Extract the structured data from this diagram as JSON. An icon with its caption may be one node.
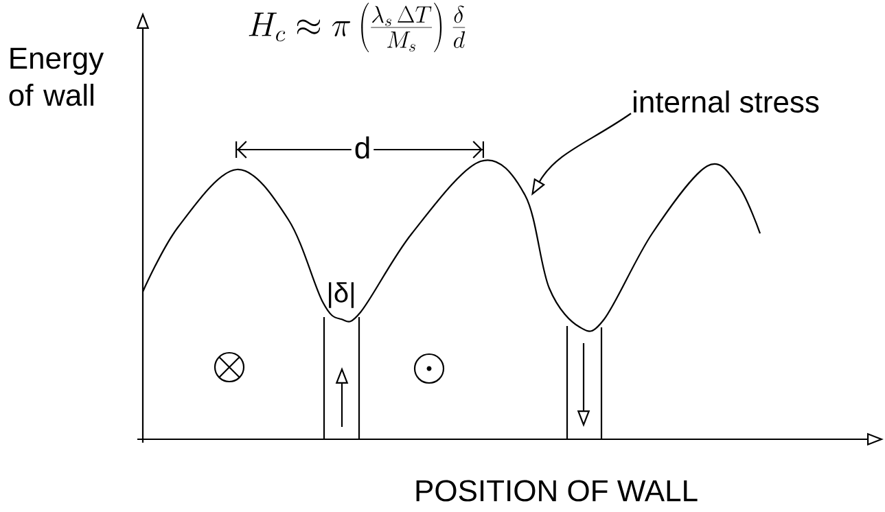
{
  "diagram": {
    "title": "H_c \\approx \\pi \\left(\\frac{\\lambda_s \\, \\Delta T}{M_s}\\right) \\frac{\\delta}{d}",
    "nodes": [
      {
        "text": [
          "internal stress"
        ]
      },
      {
        "text": [],
        "shape": "picture"
      }
    ],
    "edges": [
      {
        "from": 0,
        "to": 1,
        "arrow": "to"
      }
    ],
    "labels": [
      "Energy of wall",
      "d",
      "|δ|",
      "POSITION OF WALL"
    ]
  }
}
